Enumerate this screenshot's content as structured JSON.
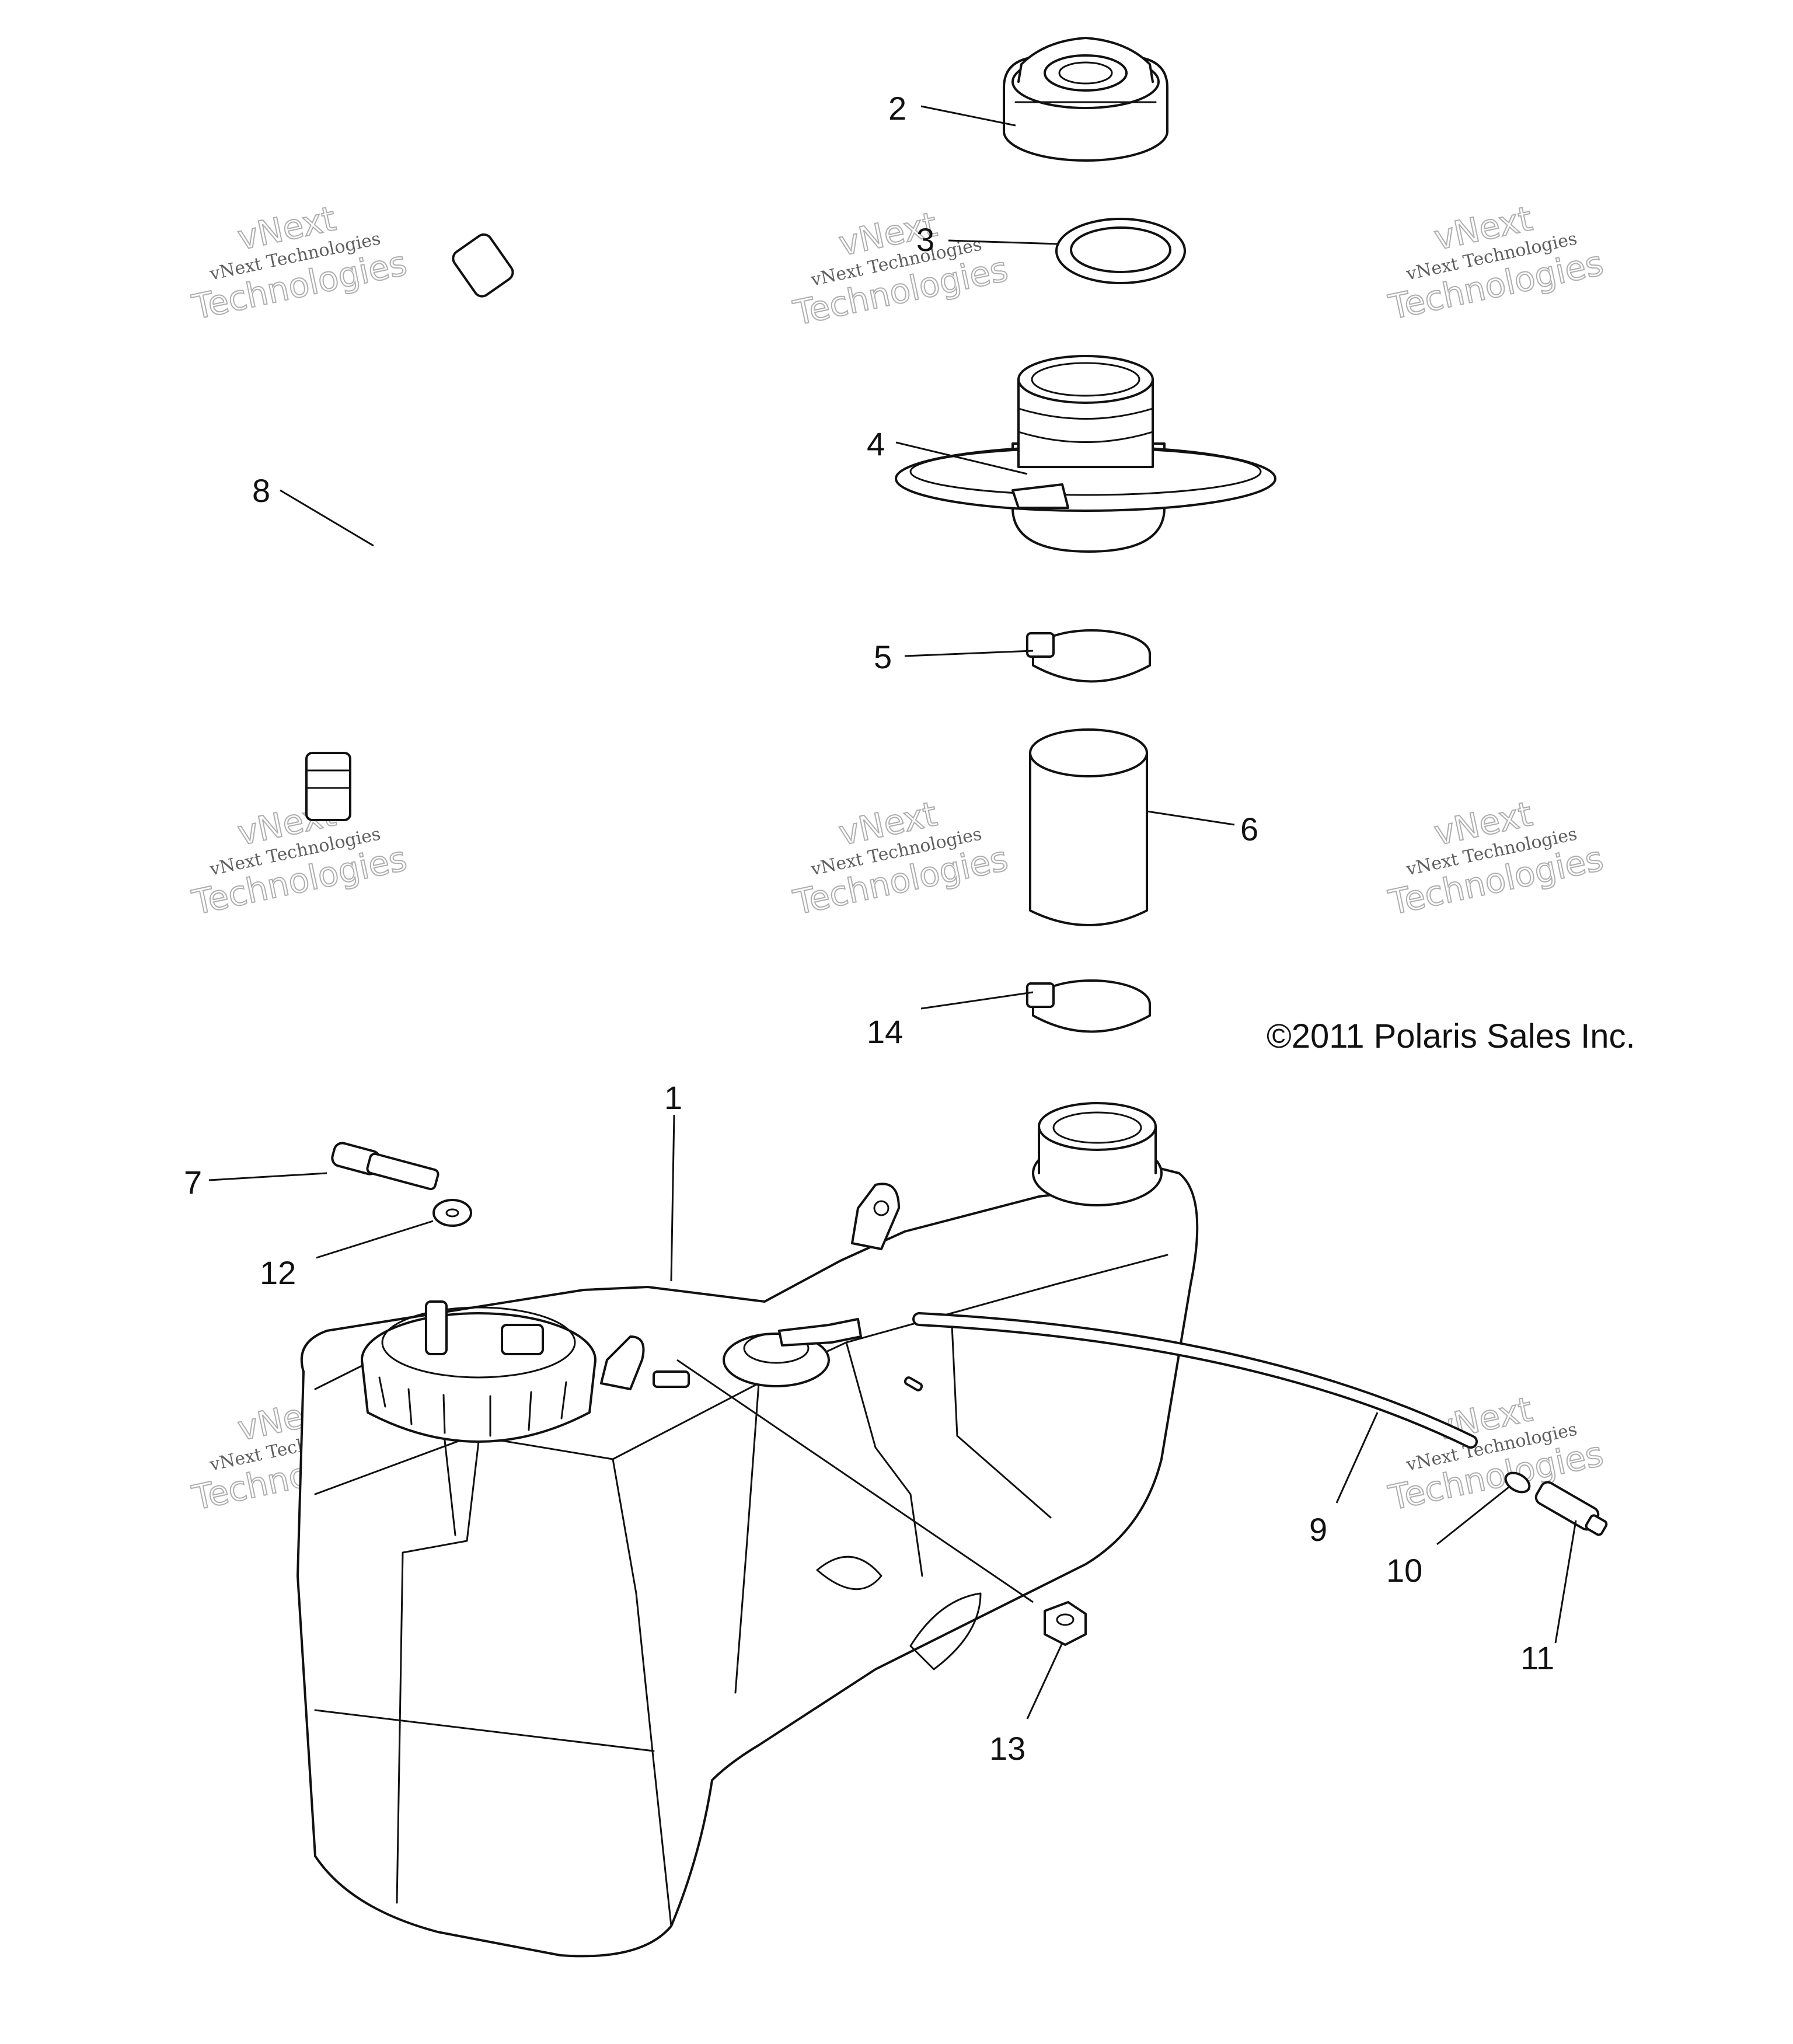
{
  "copyright": "©2011 Polaris Sales Inc.",
  "watermark": {
    "line_small": "vNext Technologies",
    "line_big_a": "vNext",
    "line_big_b": "Technologies"
  },
  "callouts": [
    "1",
    "2",
    "3",
    "4",
    "5",
    "6",
    "7",
    "8",
    "9",
    "10",
    "11",
    "12",
    "13",
    "14"
  ],
  "colors": {
    "ink": "#111111",
    "watermark": "#9a9a9a",
    "background": "#ffffff"
  }
}
